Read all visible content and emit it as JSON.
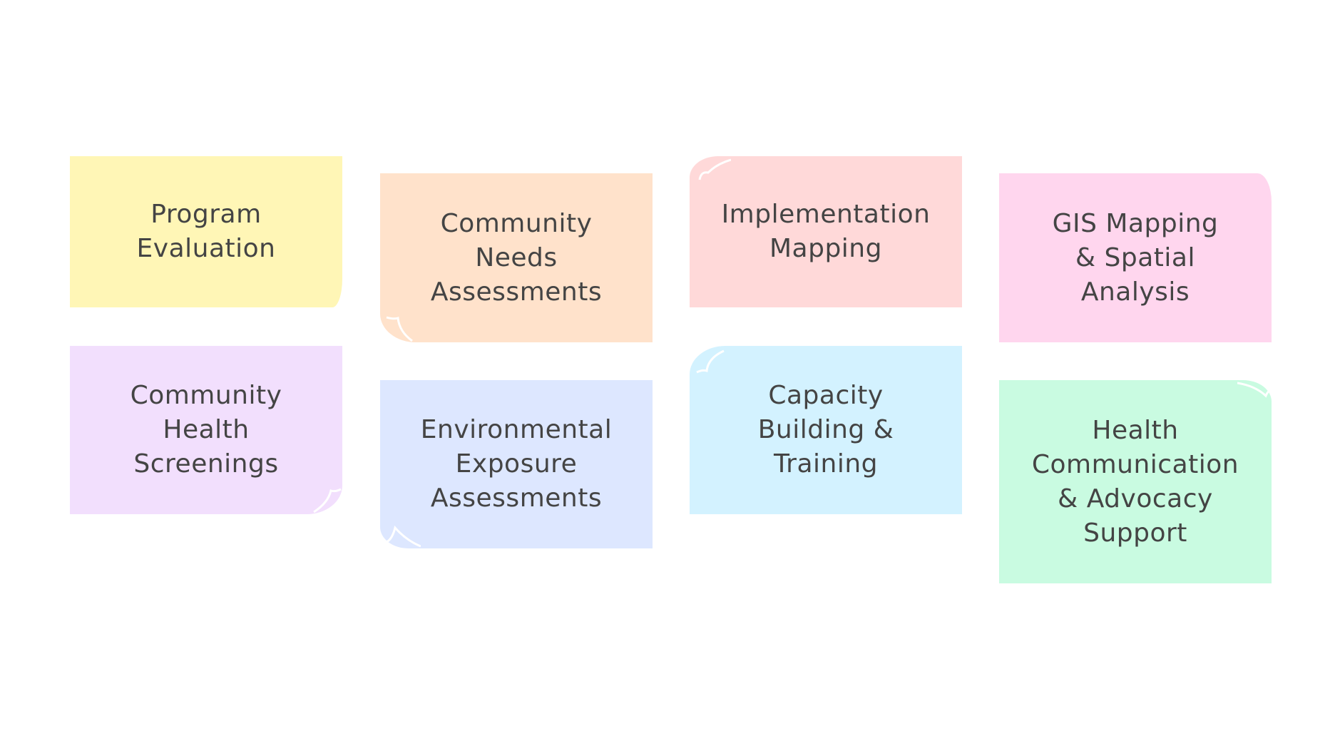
{
  "notes": [
    {
      "label": "Program\nEvaluation",
      "color": "#fff6b6"
    },
    {
      "label": "Community\nNeeds\nAssessments",
      "color": "#ffe2cb"
    },
    {
      "label": "Implementation\nMapping",
      "color": "#ffd9d9"
    },
    {
      "label": "GIS Mapping\n& Spatial\nAnalysis",
      "color": "#ffd6ee"
    },
    {
      "label": "Community\nHealth\nScreenings",
      "color": "#f2dffd"
    },
    {
      "label": "Environmental\nExposure\nAssessments",
      "color": "#dde7ff"
    },
    {
      "label": "Capacity\nBuilding &\nTraining",
      "color": "#d3f2ff"
    },
    {
      "label": "Health\nCommunication\n& Advocacy\nSupport",
      "color": "#c9fbe1"
    }
  ]
}
